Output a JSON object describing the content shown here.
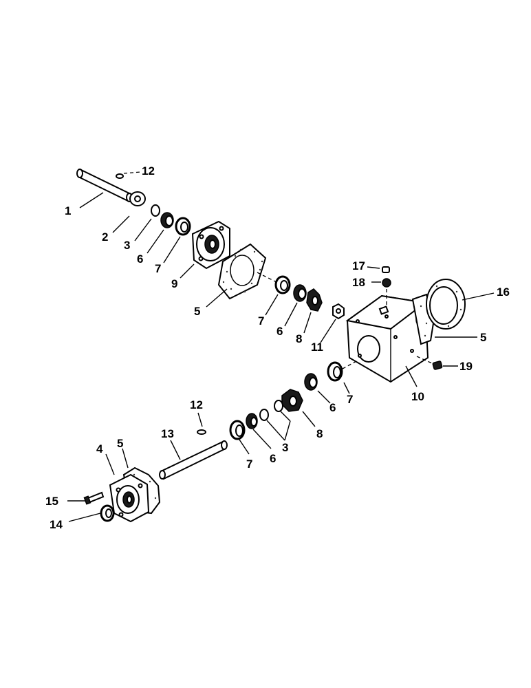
{
  "diagram": {
    "callouts": {
      "c1": "1",
      "c2": "2",
      "c3a": "3",
      "c3b": "3",
      "c4": "4",
      "c5a": "5",
      "c5b": "5",
      "c5c": "5",
      "c6a": "6",
      "c6b": "6",
      "c6c": "6",
      "c7a": "7",
      "c7b": "7",
      "c7c": "7",
      "c7d": "7",
      "c8a": "8",
      "c8b": "8",
      "c9": "9",
      "c10": "10",
      "c11": "11",
      "c12a": "12",
      "c12b": "12",
      "c13": "13",
      "c14": "14",
      "c15": "15",
      "c16": "16",
      "c17": "17",
      "c18": "18",
      "c19": "19"
    }
  }
}
